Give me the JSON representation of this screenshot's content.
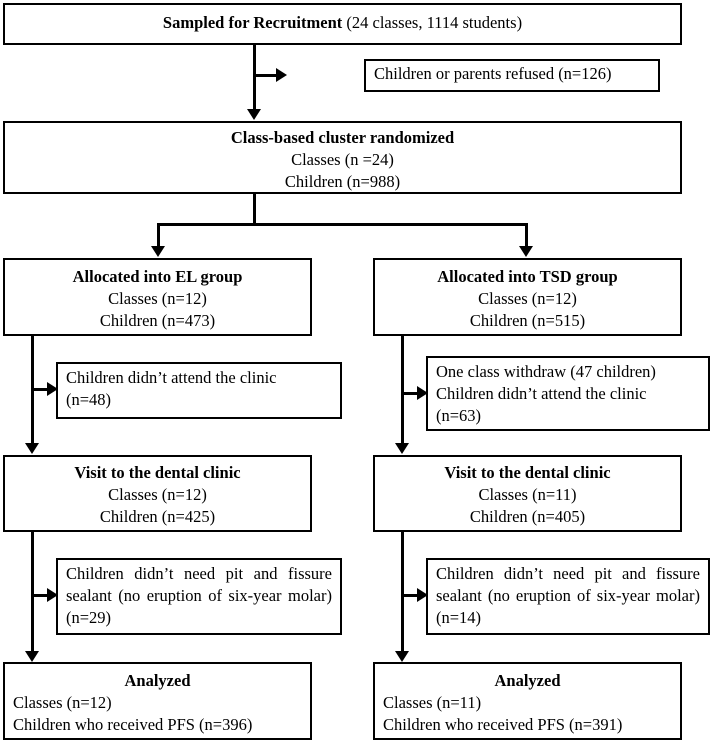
{
  "chart_data": {
    "type": "diagram",
    "title": "CONSORT participant flow diagram",
    "nodes": [
      {
        "id": "sampled",
        "label": "Sampled for Recruitment (24 classes, 1114 students)"
      },
      {
        "id": "refused",
        "label": "Children or parents refused (n=126)"
      },
      {
        "id": "randomized",
        "label": "Class-based cluster randomized; Classes (n =24); Children (n=988)"
      },
      {
        "id": "el_alloc",
        "label": "Allocated into EL group; Classes (n=12); Children (n=473)"
      },
      {
        "id": "tsd_alloc",
        "label": "Allocated into TSD group; Classes (n=12); Children (n=515)"
      },
      {
        "id": "el_excl1",
        "label": "Children didn't attend the clinic (n=48)"
      },
      {
        "id": "tsd_excl1",
        "label": "One class withdraw (47 children); Children didn't attend the clinic (n=63)"
      },
      {
        "id": "el_visit",
        "label": "Visit to the dental clinic; Classes (n=12); Children (n=425)"
      },
      {
        "id": "tsd_visit",
        "label": "Visit to the dental clinic; Classes (n=11); Children (n=405)"
      },
      {
        "id": "el_excl2",
        "label": "Children didn't need pit and fissure sealant (no eruption of six-year molar) (n=29)"
      },
      {
        "id": "tsd_excl2",
        "label": "Children didn't need pit and fissure sealant (no eruption of six-year molar) (n=14)"
      },
      {
        "id": "el_analyzed",
        "label": "Analyzed; Classes (n=12); Children who received PFS (n=396)"
      },
      {
        "id": "tsd_analyzed",
        "label": "Analyzed; Classes (n=11); Children who received PFS (n=391)"
      }
    ]
  },
  "colors": {
    "stroke": "#000000",
    "background": "#ffffff",
    "text": "#000000"
  },
  "sampled": {
    "title": "Sampled for Recruitment",
    "detail": " (24 classes, 1114 students)"
  },
  "refused": {
    "line1": "Children or parents refused (n=126)"
  },
  "randomized": {
    "title": "Class-based cluster randomized",
    "line1": "Classes (n =24)",
    "line2": "Children (n=988)"
  },
  "el_allocation": {
    "title": "Allocated into EL group",
    "line1": "Classes (n=12)",
    "line2": "Children (n=473)"
  },
  "tsd_allocation": {
    "title": "Allocated into TSD group",
    "line1": "Classes (n=12)",
    "line2": "Children (n=515)"
  },
  "el_exclusion_1": {
    "line1": "Children didn’t attend the clinic",
    "line2": "(n=48)"
  },
  "tsd_exclusion_1": {
    "line1": "One class withdraw (47 children)",
    "line2": "Children didn’t attend the clinic",
    "line3": "(n=63)"
  },
  "el_visit": {
    "title": "Visit to the dental clinic",
    "line1": "Classes (n=12)",
    "line2": "Children (n=425)"
  },
  "tsd_visit": {
    "title": "Visit to the dental clinic",
    "line1": "Classes (n=11)",
    "line2": "Children (n=405)"
  },
  "el_exclusion_2": {
    "text": "Children didn’t need pit and fissure sealant (no eruption of six-year molar) (n=29)"
  },
  "tsd_exclusion_2": {
    "text": "Children didn’t need pit and fissure sealant (no eruption of six-year molar) (n=14)"
  },
  "el_analyzed": {
    "title": "Analyzed",
    "line1": "Classes (n=12)",
    "line2": "Children who received PFS (n=396)"
  },
  "tsd_analyzed": {
    "title": "Analyzed",
    "line1": "Classes (n=11)",
    "line2": "Children who received PFS (n=391)"
  }
}
